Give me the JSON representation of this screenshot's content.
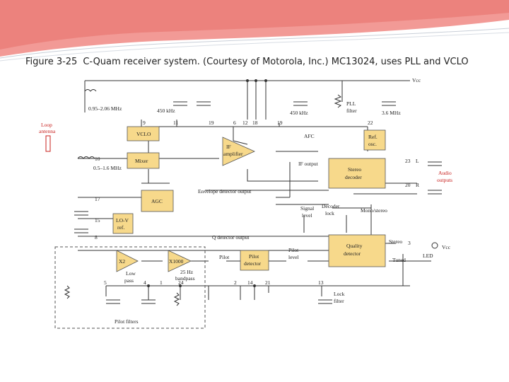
{
  "caption": {
    "figure_label": "Figure 3-25",
    "text": "C-Quam receiver system. (Courtesy of Motorola, Inc.) MC13024, uses PLL and VCLO"
  },
  "diagram": {
    "blocks": {
      "vclo": "VCLO",
      "mixer": "Mixer",
      "agc": "AGC",
      "lov_ref_1": "LO-V",
      "lov_ref_2": "ref.",
      "if_amp_1": "IF",
      "if_amp_2": "amplifier",
      "stereo_decoder_1": "Stereo",
      "stereo_decoder_2": "decoder",
      "ref_osc_1": "Ref.",
      "ref_osc_2": "osc.",
      "quality_detector_1": "Quality",
      "quality_detector_2": "detector",
      "pilot_detector_1": "Pilot",
      "pilot_detector_2": "detector",
      "x2": "X2",
      "x1000": "X1000",
      "pilot_filters": "Pilot filters"
    },
    "labels": {
      "vcc_top": "Vcc",
      "vcc_led": "Vcc",
      "freq_top": "0.95–2.06 MHz",
      "khz450_a": "450 kHz",
      "khz450_b": "450 kHz",
      "pll_filter_1": "PLL",
      "pll_filter_2": "filter",
      "mhz36": "3.6 MHz",
      "loop_antenna_1": "Loop",
      "loop_antenna_2": "antenna",
      "freq_mid": "0.5–1.6 MHz",
      "afc": "AFC",
      "if_output": "IF output",
      "envelope_out": "Envelope detector output",
      "signal_level_1": "Signal",
      "signal_level_2": "level",
      "decoder_lock_1": "Decoder",
      "decoder_lock_2": "lock",
      "mono_stereo": "Mono/stereo",
      "q_detector_out": "Q detector output",
      "stereo": "Stereo",
      "tuned": "Tuned",
      "pilot": "Pilot",
      "pilot_level_1": "Pilot",
      "pilot_level_2": "level",
      "low_pass_1": "Low",
      "low_pass_2": "pass",
      "bandpass_1": "25 Hz",
      "bandpass_2": "bandpass",
      "lock_filter_1": "Lock",
      "lock_filter_2": "filter",
      "led": "LED",
      "audio_outputs_1": "Audio",
      "audio_outputs_2": "outputs",
      "out_l": "L",
      "out_r": "R"
    },
    "pins": {
      "p9": "9",
      "p11": "11",
      "p19a": "19",
      "p6": "6",
      "p12": "12",
      "p18": "18",
      "p19b": "19",
      "p22": "22",
      "p10": "10",
      "p23": "23",
      "p20": "20",
      "p17": "17",
      "p15": "15",
      "p8": "8",
      "p3": "3",
      "p5": "5",
      "p4": "4",
      "p1": "1",
      "p24": "24",
      "p2": "2",
      "p14": "14",
      "p21": "21",
      "p13": "13"
    }
  }
}
